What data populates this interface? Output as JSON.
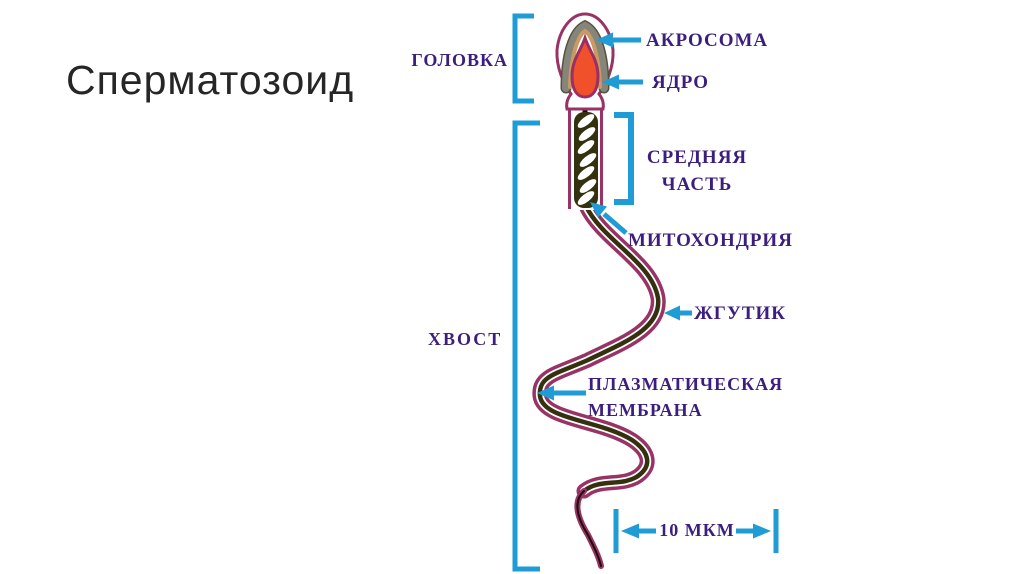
{
  "slide": {
    "title": "Сперматозоид"
  },
  "labels": {
    "head": "ГОЛОВКА",
    "acrosome": "АКРОСОМА",
    "nucleus": "ЯДРО",
    "middle_piece_line1": "СРЕДНЯЯ",
    "middle_piece_line2": "ЧАСТЬ",
    "mitochondria": "МИТОХОНДРИЯ",
    "flagellum": "ЖГУТИК",
    "membrane_line1": "ПЛАЗМАТИЧЕСКАЯ",
    "membrane_line2": "МЕМБРАНА",
    "tail": "ХВОСТ",
    "scale": "10 МКМ"
  },
  "colors": {
    "annotation_blue": "#1f9cd6",
    "label_purple": "#3b1e7e",
    "outline_magenta": "#993366",
    "nucleus_orange": "#f0512b",
    "acrosome_gray": "#85857a",
    "acrosome_tan": "#c79b62",
    "mitochondria_dark": "#34310f",
    "title_black": "#262626"
  }
}
